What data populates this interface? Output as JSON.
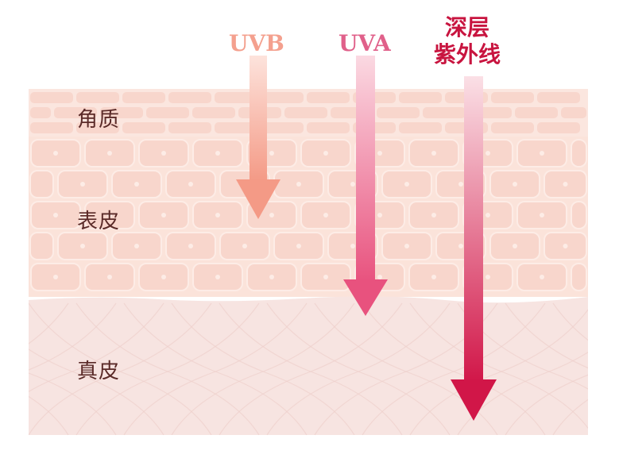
{
  "layers": [
    {
      "id": "stratum-corneum",
      "label": "角质"
    },
    {
      "id": "epidermis",
      "label": "表皮"
    },
    {
      "id": "dermis",
      "label": "真皮"
    }
  ],
  "rays": [
    {
      "id": "uvb",
      "label": "UVB",
      "color": "#f49a86",
      "fade_color": "#fde3dc",
      "depth_layer": "epidermis"
    },
    {
      "id": "uva",
      "label": "UVA",
      "color": "#e8527e",
      "fade_color": "#fbd9e2",
      "depth_layer": "dermis"
    },
    {
      "id": "deep-uv",
      "label_lines": [
        "深层",
        "紫外线"
      ],
      "color": "#d11648",
      "fade_color": "#fbe0e6",
      "depth_layer": "dermis"
    }
  ],
  "colors": {
    "corneum_fill": "#fbe6df",
    "epidermis_fill": "#fbe3da",
    "cell_fill": "#f8d6cc",
    "cell_border": "#fdece6",
    "dermis_fill": "#f7e4e1",
    "dermis_lines": "#eed0cc"
  }
}
